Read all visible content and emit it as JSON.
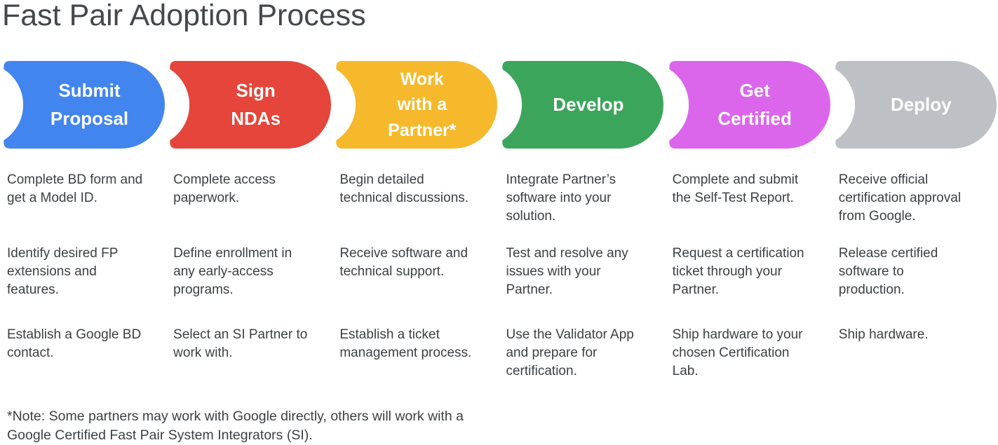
{
  "title": "Fast Pair Adoption Process",
  "colors": {
    "text": "#3C4043",
    "label_text": "#FFFFFF",
    "blue": "#4285EE",
    "red": "#E5453A",
    "yellow": "#F6B92B",
    "green": "#3BA55C",
    "magenta": "#DB66EC",
    "gray": "#BDC1C6"
  },
  "steps": [
    {
      "label": "Submit\nProposal",
      "color": "#4285EE",
      "items": [
        "Complete BD form and\nget a Model ID.",
        "Identify desired FP\nextensions and\nfeatures.",
        "Establish a Google BD\ncontact."
      ]
    },
    {
      "label": "Sign\nNDAs",
      "color": "#E5453A",
      "items": [
        "Complete access\npaperwork.",
        "Define enrollment in\nany early-access\nprograms.",
        "Select an SI Partner to\nwork with."
      ]
    },
    {
      "label": "Work\nwith a\nPartner*",
      "color": "#F6B92B",
      "items": [
        "Begin detailed\ntechnical discussions.",
        "Receive software and\ntechnical support.",
        "Establish a ticket\nmanagement process."
      ]
    },
    {
      "label": "Develop",
      "color": "#3BA55C",
      "items": [
        "Integrate Partner’s\nsoftware into your\nsolution.",
        "Test and resolve any\nissues with your\nPartner.",
        "Use the Validator App\nand prepare for\ncertification."
      ]
    },
    {
      "label": "Get\nCertified",
      "color": "#DB66EC",
      "items": [
        "Complete and submit\nthe Self-Test Report.",
        "Request a certification\nticket through your\nPartner.",
        "Ship hardware to your\nchosen Certification\nLab."
      ]
    },
    {
      "label": "Deploy",
      "color": "#BDC1C6",
      "items": [
        "Receive official\ncertification approval\nfrom Google.",
        "Release certified\nsoftware to\nproduction.",
        "Ship hardware."
      ]
    }
  ],
  "note": "*Note: Some partners may work with Google directly, others will work with a\nGoogle Certified Fast Pair System Integrators (SI)."
}
